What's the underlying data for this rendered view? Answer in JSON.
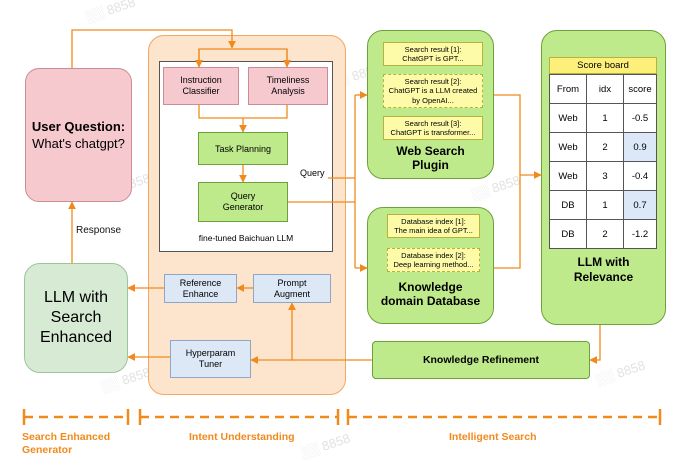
{
  "user_question": {
    "title": "User Question:",
    "text": "What's chatgpt?"
  },
  "response_label": "Response",
  "llm_search": {
    "line1": "LLM with",
    "line2": "Search",
    "line3": "Enhanced"
  },
  "intent": {
    "instruction_classifier": {
      "line1": "Instruction",
      "line2": "Classifier"
    },
    "timeliness_analysis": {
      "line1": "Timeliness",
      "line2": "Analysis"
    },
    "task_planning": "Task Planning",
    "query_generator": {
      "line1": "Query",
      "line2": "Generator"
    },
    "caption": "fine-tuned Baichuan LLM",
    "reference_enhance": {
      "line1": "Reference",
      "line2": "Enhance"
    },
    "prompt_augment": {
      "line1": "Prompt",
      "line2": "Augment"
    },
    "hyperparam_tuner": {
      "line1": "Hyperparam",
      "line2": "Tuner"
    }
  },
  "query_label": "Query",
  "web_search": {
    "results": [
      {
        "line1": "Search result [1]:",
        "line2": "ChatGPT is GPT..."
      },
      {
        "line1": "Search result [2]:",
        "line2": "ChatGPT is a LLM created",
        "line3": "by OpenAI..."
      },
      {
        "line1": "Search result [3]:",
        "line2": "ChatGPT is transformer..."
      }
    ],
    "title1": "Web Search",
    "title2": "Plugin"
  },
  "knowledge_db": {
    "results": [
      {
        "line1": "Database index [1]:",
        "line2": "The main idea of GPT..."
      },
      {
        "line1": "Database index [2]:",
        "line2": "Deep learning method..."
      }
    ],
    "title1": "Knowledge",
    "title2": "domain Database"
  },
  "score_board": {
    "title": "Score board",
    "headers": [
      "From",
      "idx",
      "score"
    ],
    "rows": [
      {
        "from": "Web",
        "idx": "1",
        "score": "-0.5",
        "highlight": false
      },
      {
        "from": "Web",
        "idx": "2",
        "score": "0.9",
        "highlight": true
      },
      {
        "from": "Web",
        "idx": "3",
        "score": "-0.4",
        "highlight": false
      },
      {
        "from": "DB",
        "idx": "1",
        "score": "0.7",
        "highlight": true
      },
      {
        "from": "DB",
        "idx": "2",
        "score": "-1.2",
        "highlight": false
      }
    ],
    "caption1": "LLM with",
    "caption2": "Relevance"
  },
  "knowledge_refinement": "Knowledge Refinement",
  "sections": {
    "generator1": "Search Enhanced",
    "generator2": "Generator",
    "intent": "Intent Understanding",
    "search": "Intelligent Search"
  },
  "colors": {
    "accent": "#f08a1c",
    "highlight": "#dce8f8"
  }
}
